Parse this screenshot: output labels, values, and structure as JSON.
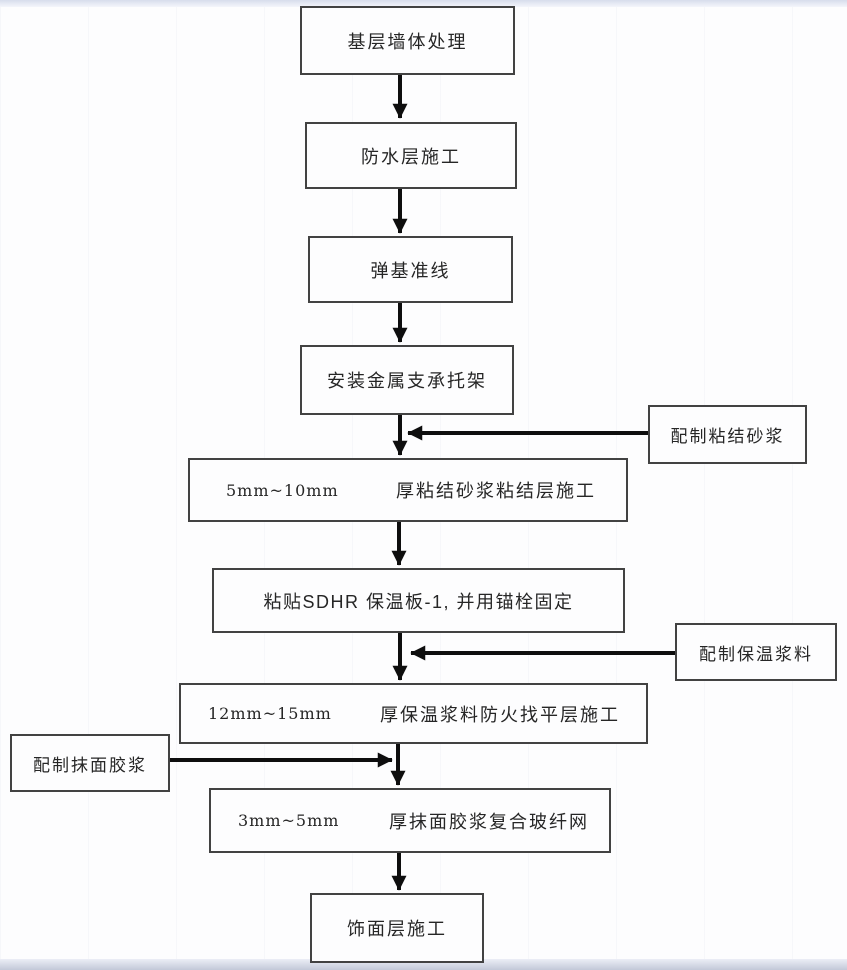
{
  "flow": {
    "nodes": [
      {
        "id": "n1",
        "label": "基层墙体处理"
      },
      {
        "id": "n2",
        "label": "防水层施工"
      },
      {
        "id": "n3",
        "label": "弹基准线"
      },
      {
        "id": "n4",
        "label": "安装金属支承托架"
      },
      {
        "id": "n5",
        "measure": "5mm~10mm",
        "label": "厚粘结砂浆粘结层施工"
      },
      {
        "id": "n6",
        "label": "粘贴SDHR 保温板-1, 并用锚栓固定"
      },
      {
        "id": "n7",
        "measure": "12mm~15mm",
        "label": "厚保温浆料防火找平层施工"
      },
      {
        "id": "n8",
        "measure": "3mm~5mm",
        "label": "厚抹面胶浆复合玻纤网"
      },
      {
        "id": "n9",
        "label": "饰面层施工"
      }
    ],
    "side_nodes": [
      {
        "id": "s1",
        "label": "配制粘结砂浆",
        "side": "right",
        "joins": "n4-n5"
      },
      {
        "id": "s2",
        "label": "配制保温浆料",
        "side": "right",
        "joins": "n6-n7"
      },
      {
        "id": "s3",
        "label": "配制抹面胶浆",
        "side": "left",
        "joins": "n7-n8"
      }
    ],
    "edges": [
      "n1->n2",
      "n2->n3",
      "n3->n4",
      "n4->n5",
      "n5->n6",
      "n6->n7",
      "n7->n8",
      "n8->n9",
      "s1->n4-n5",
      "s2->n6-n7",
      "s3->n7-n8"
    ]
  },
  "colors": {
    "box_border": "#424242",
    "arrow": "#0e0e0e",
    "text": "#262626",
    "background": "#fdfdfe"
  }
}
